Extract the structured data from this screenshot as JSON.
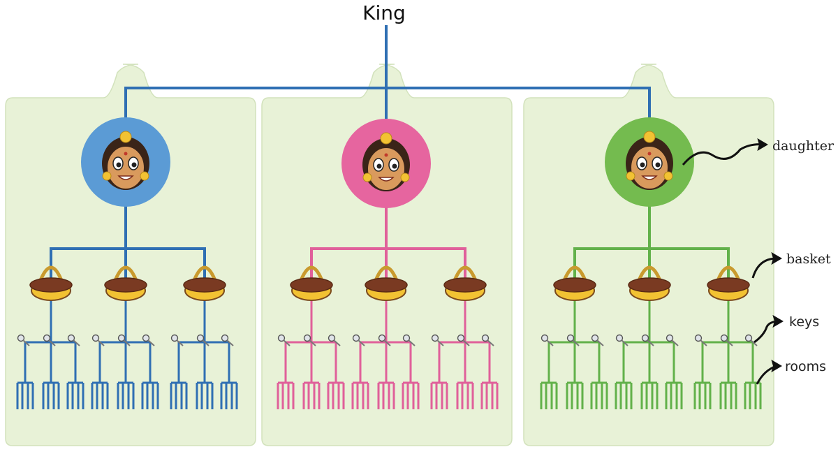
{
  "root_label": "King",
  "labels": {
    "daughter": "daughter",
    "basket": "basket",
    "keys": "keys",
    "rooms": "rooms"
  },
  "branches": [
    {
      "name": "left",
      "color": "#2f6fb3",
      "circle": "#5b9bd5"
    },
    {
      "name": "middle",
      "color": "#e0609a",
      "circle": "#e6659f"
    },
    {
      "name": "right",
      "color": "#62b14a",
      "circle": "#74bb4f"
    }
  ],
  "structure": {
    "daughters_per_king": 3,
    "baskets_per_daughter": 3,
    "keys_per_basket": 3,
    "rooms_per_key": 1
  },
  "colors": {
    "panel": "#e8f2d7",
    "panel_stroke": "#d2e2bc",
    "king_line": "#2f6fb3"
  }
}
